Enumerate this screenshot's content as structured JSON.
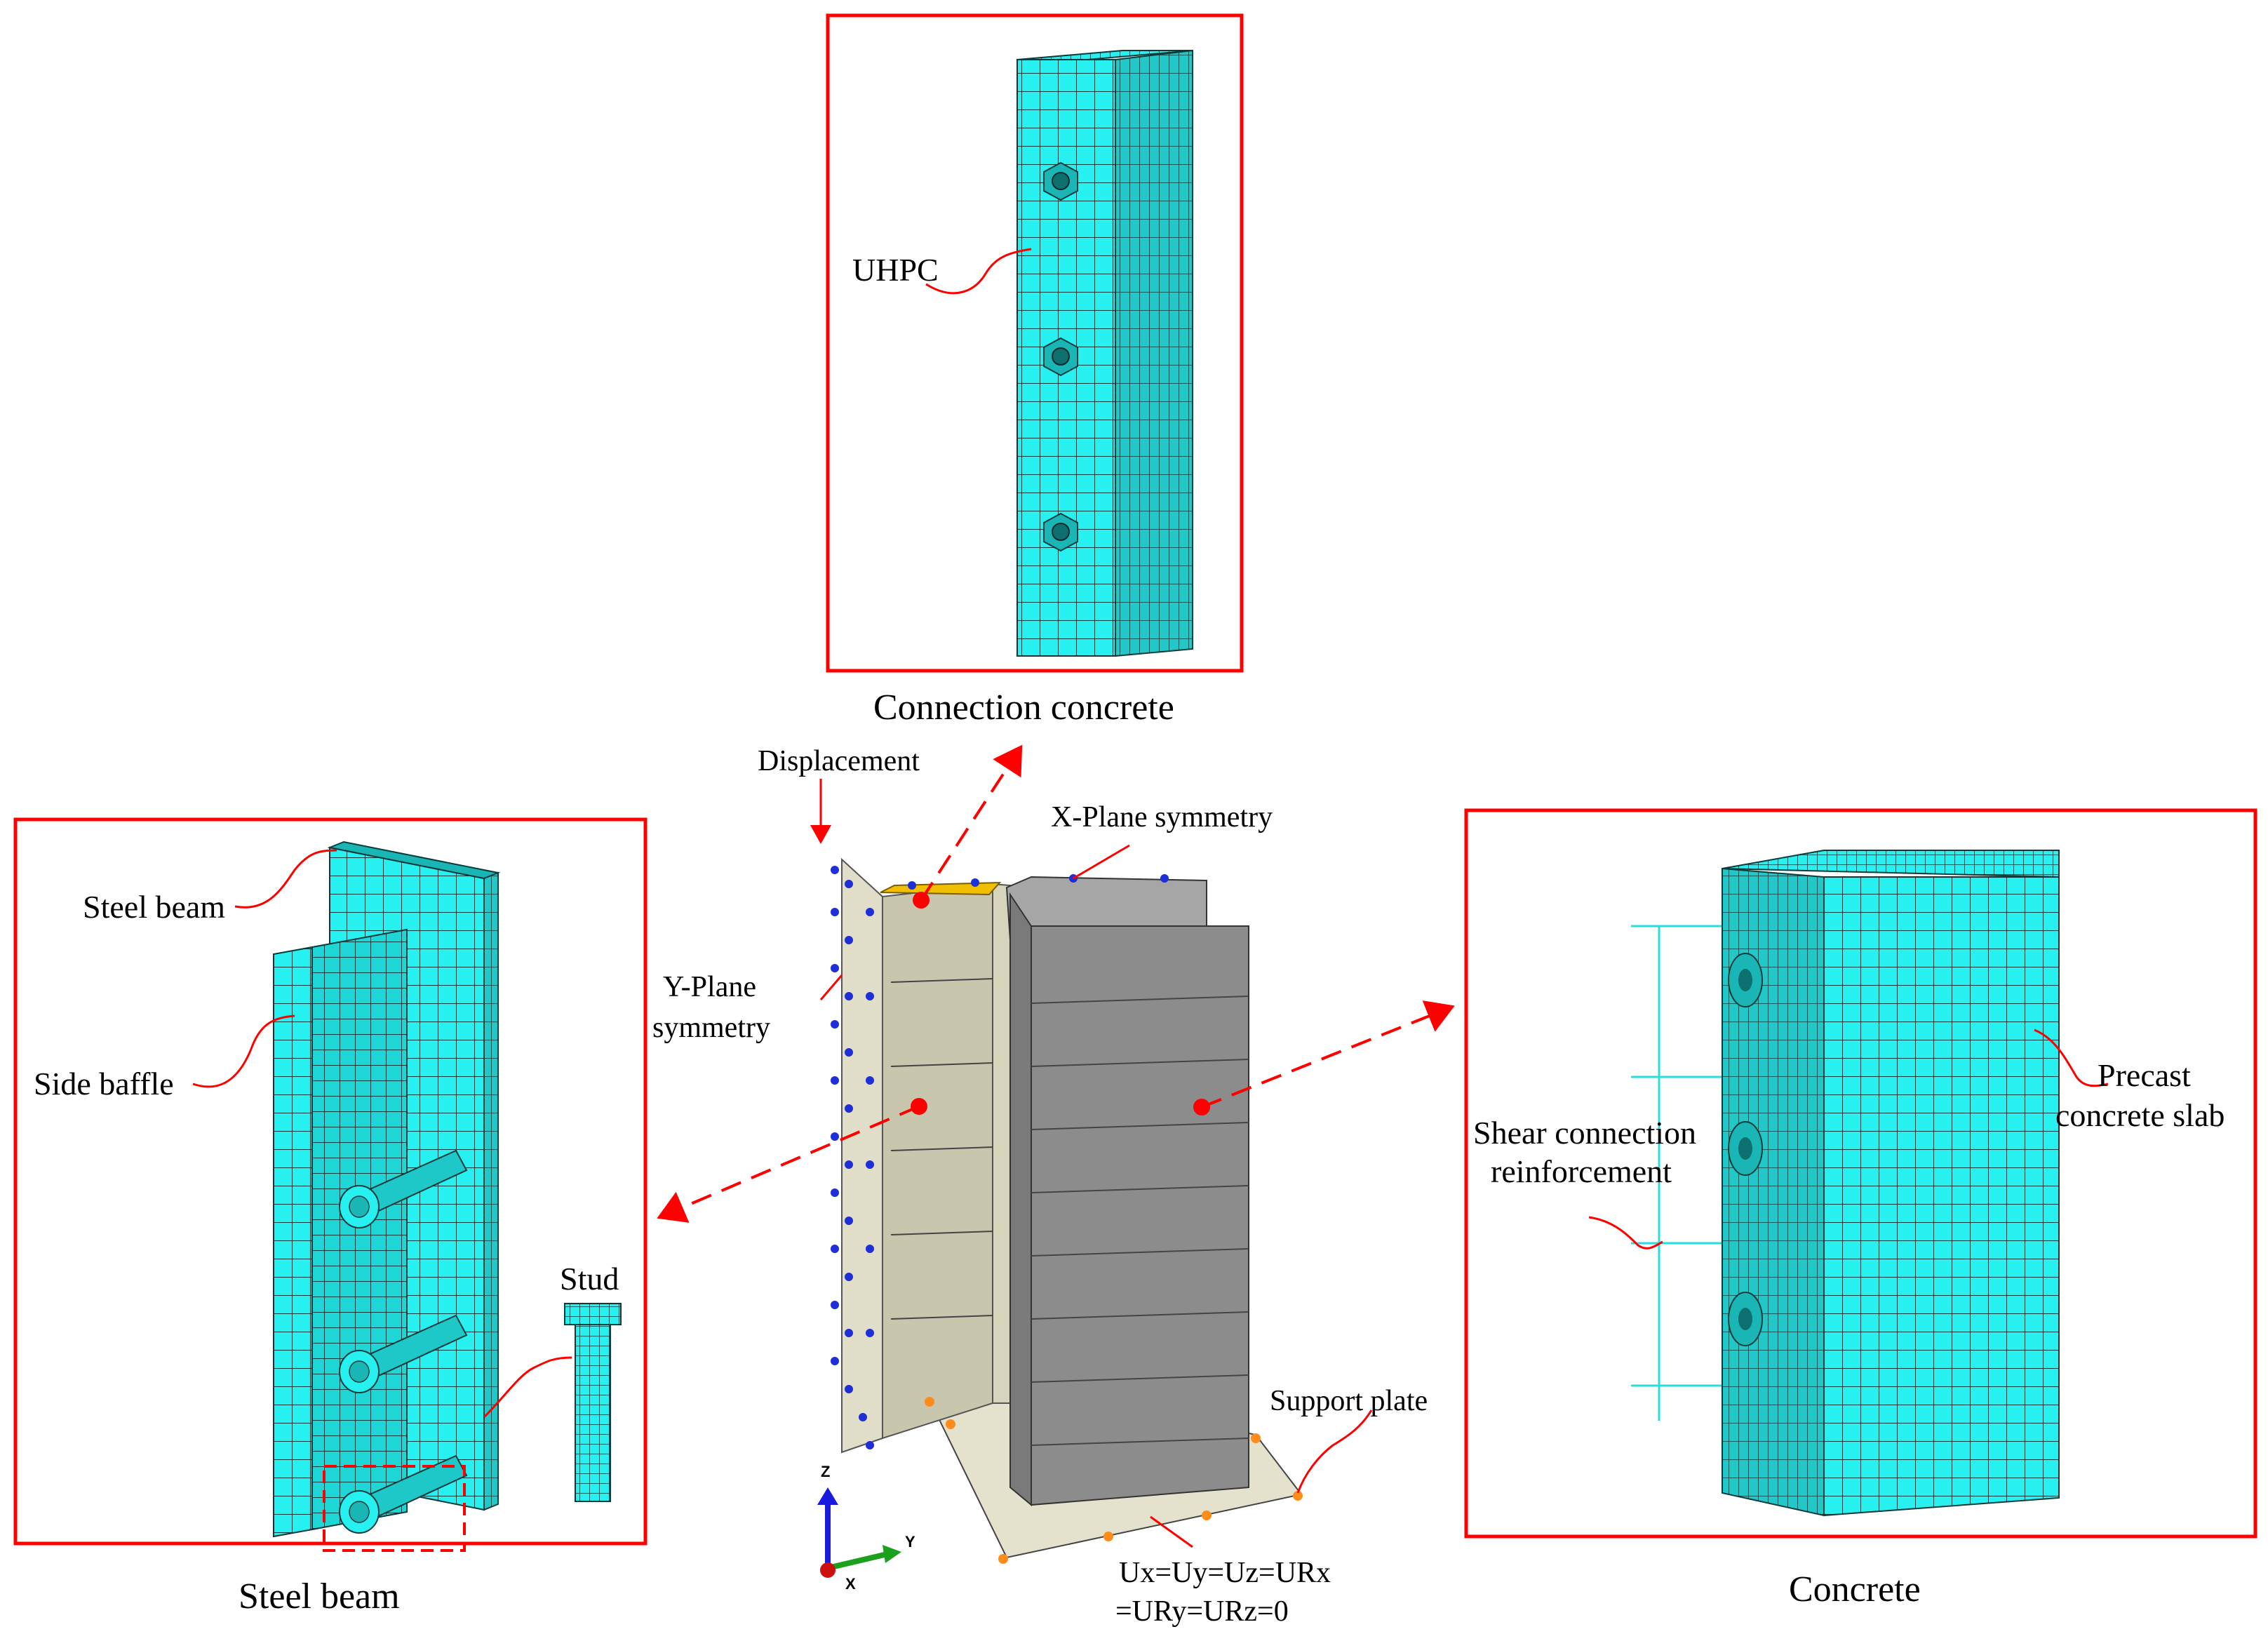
{
  "colors": {
    "mesh_fill": "#27F0F0",
    "mesh_line": "#0b3b3b",
    "frame_red": "#ff0000",
    "core_gray": "#8c8c8c",
    "core_light": "#d7d4bc",
    "support_plate": "#e4e2cc",
    "bc_blue": "#1e2fd6",
    "bc_orange": "#ff8c1a",
    "uhpc_top": "#f0c000"
  },
  "panels": {
    "connection": {
      "caption": "Connection concrete",
      "label_uhpc": "UHPC"
    },
    "steel_beam": {
      "caption": "Steel beam",
      "label_steel_beam": "Steel beam",
      "label_side_baffle": "Side baffle",
      "label_stud": "Stud"
    },
    "concrete": {
      "caption": "Concrete",
      "label_shear_line1": "Shear connection",
      "label_shear_line2": "reinforcement",
      "label_precast_line1": "Precast",
      "label_precast_line2": "concrete slab"
    }
  },
  "center_model": {
    "label_displacement": "Displacement",
    "label_x_symmetry": "X-Plane symmetry",
    "label_y_symmetry_line1": "Y-Plane",
    "label_y_symmetry_line2": "symmetry",
    "label_support_plate": "Support plate",
    "bc_line1": "Ux=Uy=Uz=URx",
    "bc_line2": "=URy=URz=0",
    "axis_z": "Z",
    "axis_y": "Y",
    "axis_x": "X"
  }
}
